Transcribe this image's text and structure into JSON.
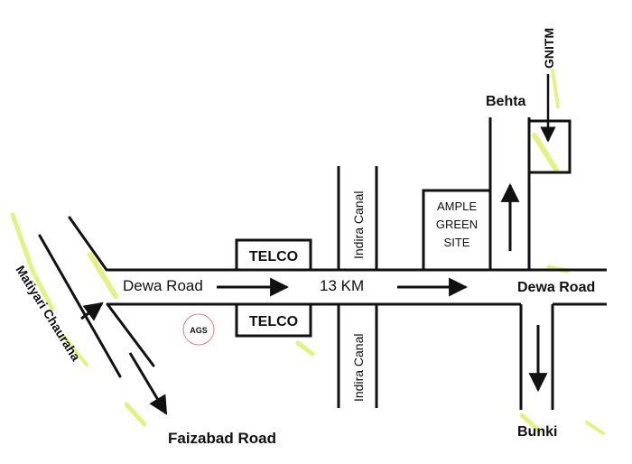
{
  "map": {
    "labels": {
      "matiyari_chauraha": "Matiyari Chauraha",
      "faizabad_road": "Faizabad Road",
      "dewa_road_left": "Dewa Road",
      "distance": "13 KM",
      "dewa_road_right": "Dewa Road",
      "telco_top": "TELCO",
      "telco_bottom": "TELCO",
      "indira_canal_top": "Indira Canal",
      "indira_canal_bottom": "Indira Canal",
      "ample_line1": "AMPLE",
      "ample_line2": "GREEN",
      "ample_line3": "SITE",
      "behta": "Behta",
      "gnitm": "GNITM",
      "bunki": "Bunki",
      "seal_text": "AGS"
    },
    "colors": {
      "line": "#111111",
      "ample_text": "#2e7d32",
      "highlight": "#d9ef5a",
      "seal": "#c62828"
    }
  }
}
